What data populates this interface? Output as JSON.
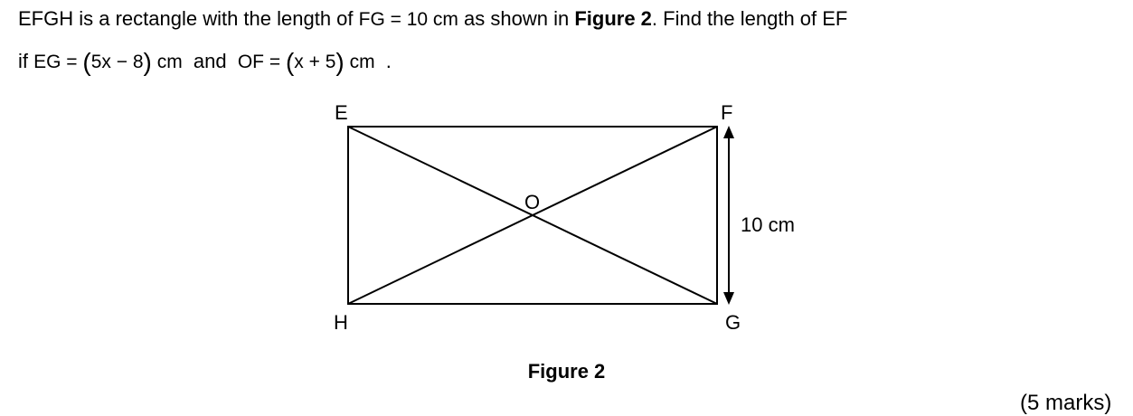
{
  "question": {
    "line1_a": "EFGH is a rectangle with the length of ",
    "line1_math": "FG = 10 cm",
    "line1_b": " as shown in ",
    "line1_bold": "Figure 2",
    "line1_c": ". Find the length of EF",
    "line2_a": "if ",
    "eg_lhs": "EG = ",
    "eg_expr": "5x − 8",
    "eg_unit": " cm",
    "line2_and": "  and  ",
    "of_lhs": "OF = ",
    "of_expr": "x + 5",
    "of_unit": " cm",
    "line2_end": "  ."
  },
  "figure": {
    "vertices": {
      "E": "E",
      "F": "F",
      "G": "G",
      "H": "H",
      "O": "O"
    },
    "dimension_label": "10 cm",
    "caption": "Figure 2"
  },
  "marks": "(5 marks)"
}
